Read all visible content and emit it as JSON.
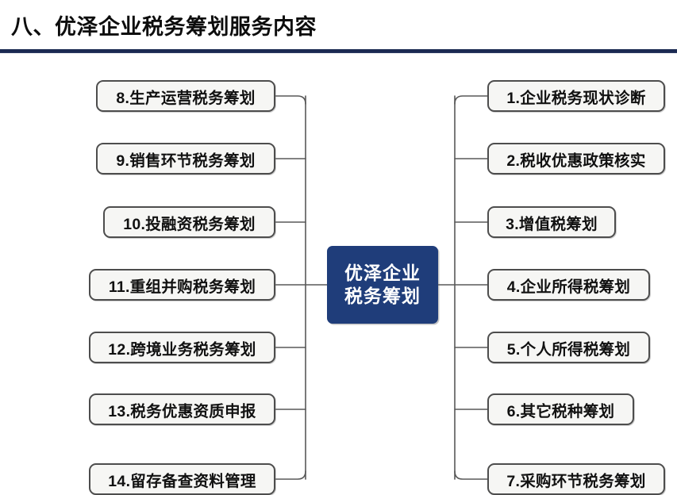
{
  "header": {
    "title": "八、优泽企业税务筹划服务内容",
    "rule_color": "#1b2a52"
  },
  "diagram": {
    "type": "mind-map",
    "center": {
      "line1": "优泽企业",
      "line2": "税务筹划",
      "background_color": "#1f3d7a",
      "text_color": "#ffffff"
    },
    "node_style": {
      "fill_color": "#f6f6f4",
      "border_color": "#4d4d4d",
      "text_color": "#111111",
      "connector_color": "#585858"
    },
    "right_branch": [
      {
        "number": "1.",
        "label": "1.企业税务现状诊断"
      },
      {
        "number": "2.",
        "label": "2.税收优惠政策核实"
      },
      {
        "number": "3.",
        "label": "3.增值税筹划"
      },
      {
        "number": "4.",
        "label": "4.企业所得税筹划"
      },
      {
        "number": "5.",
        "label": "5.个人所得税筹划"
      },
      {
        "number": "6.",
        "label": "6.其它税种筹划"
      },
      {
        "number": "7.",
        "label": "7.采购环节税务筹划"
      }
    ],
    "left_branch": [
      {
        "number": "8.",
        "label": "8.生产运营税务筹划"
      },
      {
        "number": "9.",
        "label": "9.销售环节税务筹划"
      },
      {
        "number": "10.",
        "label": "10.投融资税务筹划"
      },
      {
        "number": "11.",
        "label": "11.重组并购税务筹划"
      },
      {
        "number": "12.",
        "label": "12.跨境业务税务筹划"
      },
      {
        "number": "13.",
        "label": "13.税务优惠资质申报"
      },
      {
        "number": "14.",
        "label": "14.留存备查资料管理"
      }
    ]
  }
}
